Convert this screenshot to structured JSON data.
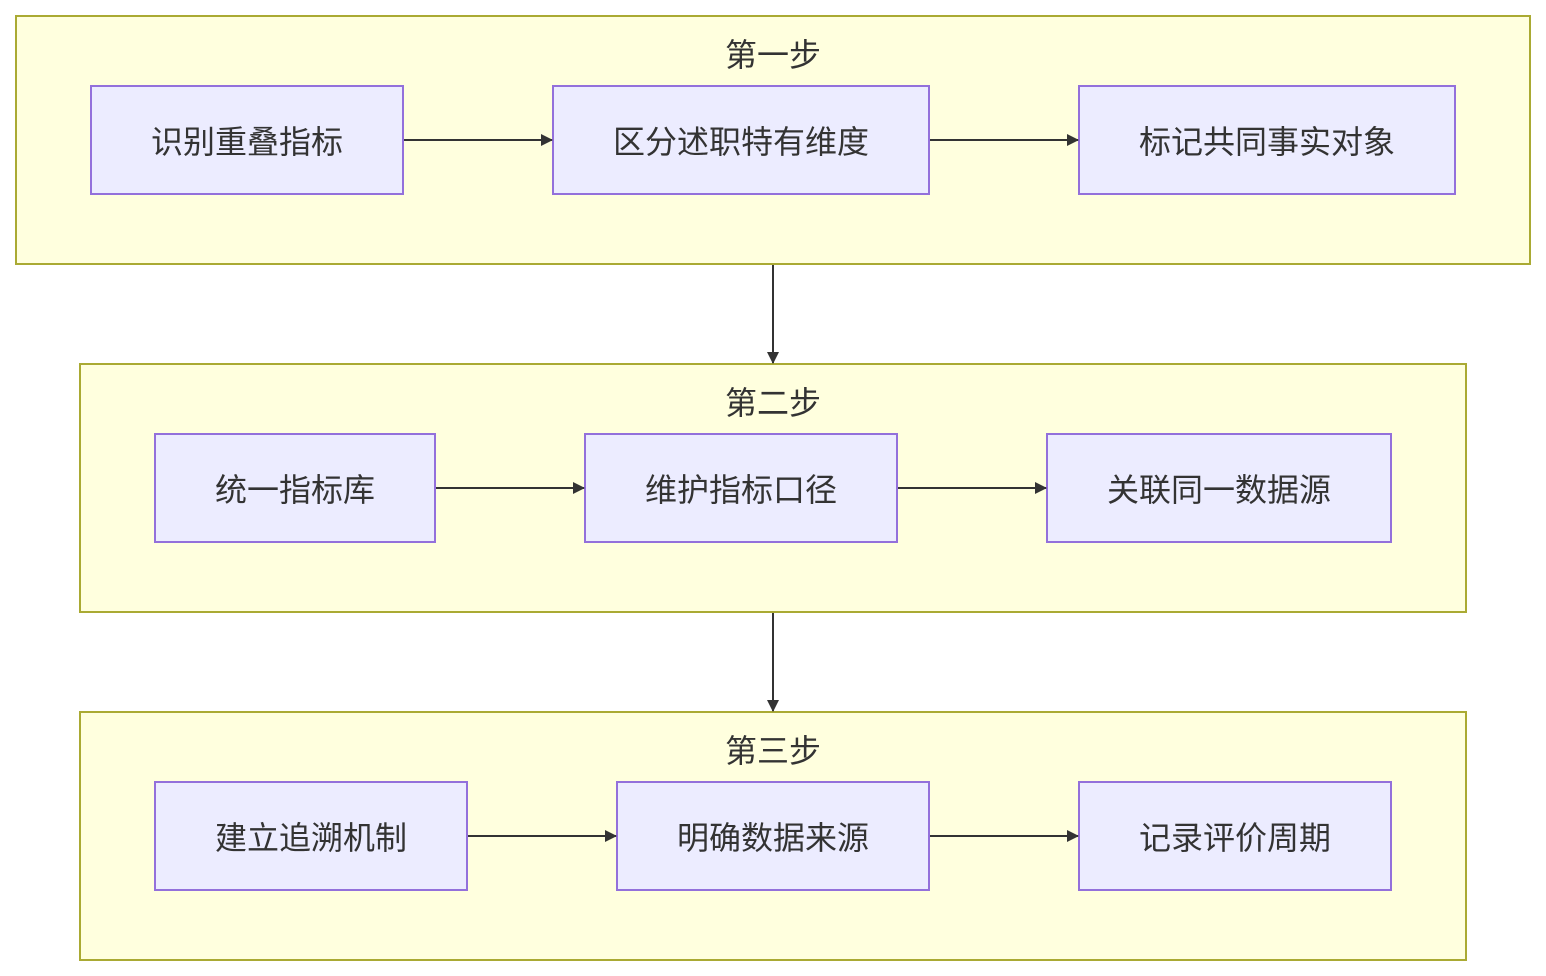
{
  "diagram": {
    "groups": [
      {
        "title": "第一步",
        "nodes": [
          "识别重叠指标",
          "区分述职特有维度",
          "标记共同事实对象"
        ]
      },
      {
        "title": "第二步",
        "nodes": [
          "统一指标库",
          "维护指标口径",
          "关联同一数据源"
        ]
      },
      {
        "title": "第三步",
        "nodes": [
          "建立追溯机制",
          "明确数据来源",
          "记录评价周期"
        ]
      }
    ]
  },
  "colors": {
    "group_fill": "#ffffde",
    "group_border": "#aaaa33",
    "node_fill": "#ececff",
    "node_border": "#9370db",
    "edge": "#333333",
    "text": "#333333"
  }
}
